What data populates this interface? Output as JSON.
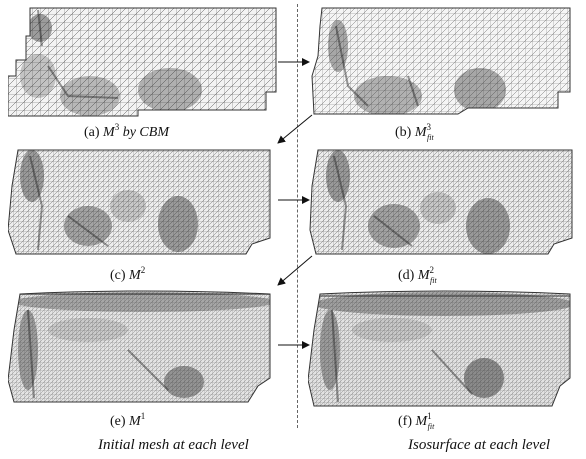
{
  "panels": [
    {
      "id": "a",
      "label": "(a)",
      "symbol": "M",
      "sup": "3",
      "sub": "",
      "suffix": " by CBM"
    },
    {
      "id": "b",
      "label": "(b)",
      "symbol": "M",
      "sup": "3",
      "sub": "fit",
      "suffix": ""
    },
    {
      "id": "c",
      "label": "(c)",
      "symbol": "M",
      "sup": "2",
      "sub": "",
      "suffix": ""
    },
    {
      "id": "d",
      "label": "(d)",
      "symbol": "M",
      "sup": "2",
      "sub": "fit",
      "suffix": ""
    },
    {
      "id": "e",
      "label": "(e)",
      "symbol": "M",
      "sup": "1",
      "sub": "",
      "suffix": ""
    },
    {
      "id": "f",
      "label": "(f)",
      "symbol": "M",
      "sup": "1",
      "sub": "fit",
      "suffix": ""
    }
  ],
  "footer": {
    "left": "Initial mesh at each level",
    "right": "Isosurface at each level"
  }
}
